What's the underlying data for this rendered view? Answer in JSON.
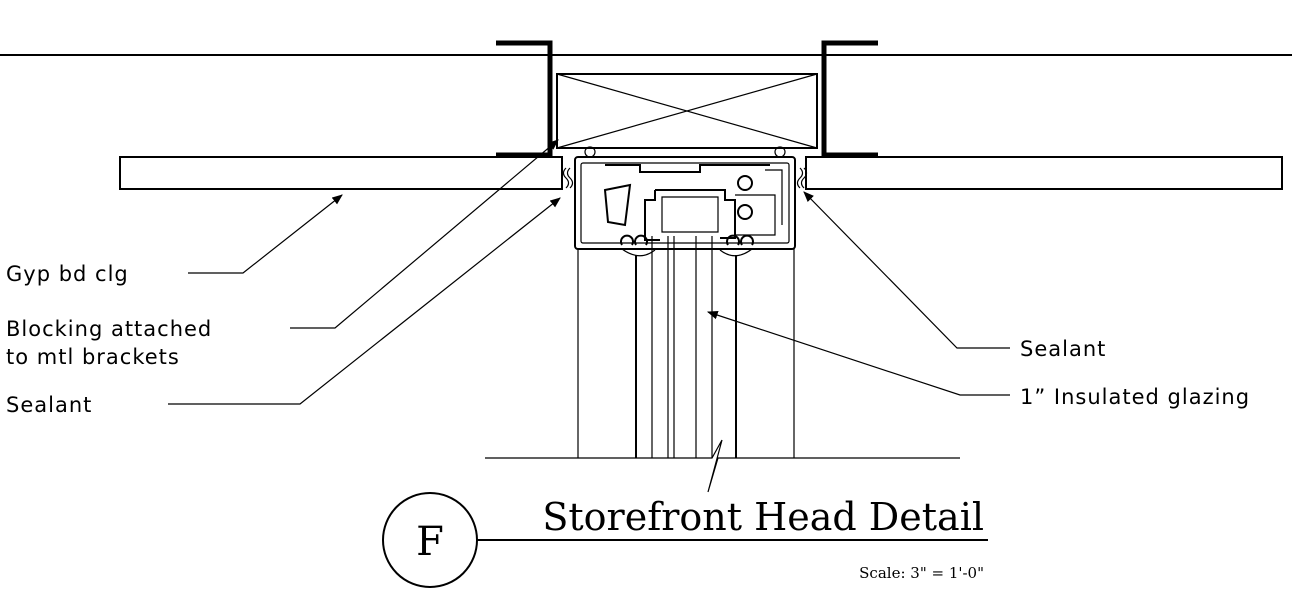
{
  "detail": {
    "marker_letter": "F",
    "title": "Storefront Head Detail",
    "scale": "Scale: 3\" = 1'-0\""
  },
  "callouts": {
    "gyp_bd_clg": "Gyp bd clg",
    "blocking_line1": "Blocking attached",
    "blocking_line2": "to mtl brackets",
    "sealant_left": "Sealant",
    "sealant_right": "Sealant",
    "insulated_glazing": "1” Insulated glazing"
  }
}
